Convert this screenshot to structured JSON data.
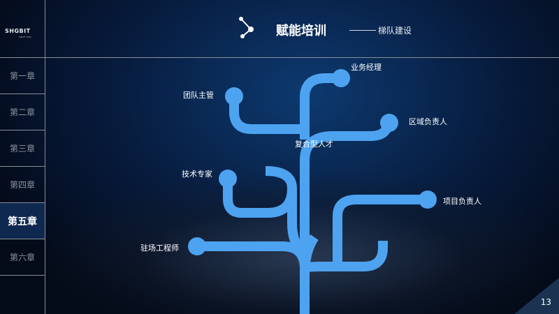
{
  "brand": {
    "name": "SHGBIT",
    "since": "SINCE 1994"
  },
  "sidebar": {
    "chapters": [
      {
        "label": "第一章"
      },
      {
        "label": "第二章"
      },
      {
        "label": "第三章"
      },
      {
        "label": "第四章"
      },
      {
        "label": "第五章",
        "active": true
      },
      {
        "label": "第六章"
      }
    ]
  },
  "header": {
    "icon": "share-nodes-icon",
    "title": "赋能培训",
    "subtitle": "梯队建设"
  },
  "tree": {
    "center_label": "复合型人才",
    "nodes": [
      {
        "label": "业务经理"
      },
      {
        "label": "团队主管"
      },
      {
        "label": "区域负责人"
      },
      {
        "label": "技术专家"
      },
      {
        "label": "项目负责人"
      },
      {
        "label": "驻场工程师"
      }
    ]
  },
  "page": {
    "number": "13"
  },
  "colors": {
    "accent": "#4da3f0",
    "background": "#071b3d"
  }
}
